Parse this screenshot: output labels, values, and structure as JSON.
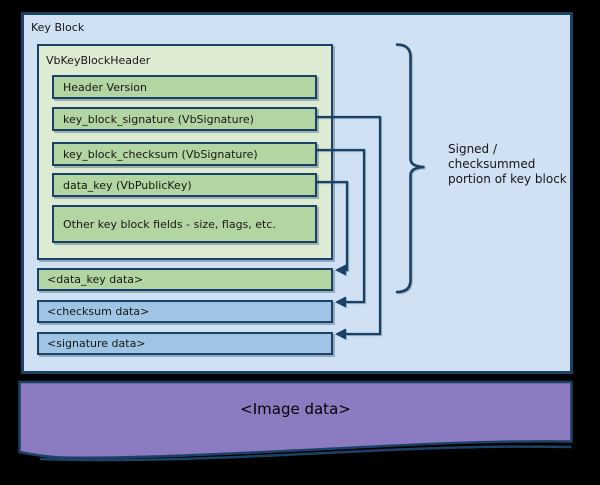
{
  "diagram": {
    "title": "Key Block",
    "header_box": {
      "label": "VbKeyBlockHeader",
      "fields": [
        {
          "label": "Header Version"
        },
        {
          "label": "key_block_signature (VbSignature)"
        },
        {
          "label": "key_block_checksum (VbSignature)"
        },
        {
          "label": "data_key (VbPublicKey)"
        },
        {
          "label": "Other key block fields - size, flags, etc."
        }
      ]
    },
    "data_blocks": [
      {
        "label": "<data_key data>",
        "color": "green"
      },
      {
        "label": "<checksum data>",
        "color": "blue"
      },
      {
        "label": "<signature data>",
        "color": "blue"
      }
    ],
    "brace_label": "Signed /\nchecksummed\nportion of key block",
    "image_block": {
      "label": "<Image data>"
    },
    "colors": {
      "background": "#000000",
      "panel_fill": "#cfe1f2",
      "header_fill": "#dcebd2",
      "green_fill": "#b3d5a1",
      "blue_fill": "#9fc5e6",
      "purple_fill": "#8d7bc1",
      "line": "#1c4166",
      "text": "#161616"
    }
  }
}
